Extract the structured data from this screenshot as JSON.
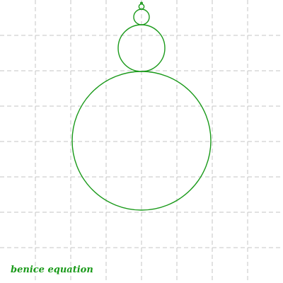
{
  "caption": "benice equation",
  "colors": {
    "curve": "#1a9a1a",
    "grid": "#c4c4c4",
    "background": "#ffffff"
  },
  "grid": {
    "visible": true,
    "style": "dashed"
  },
  "circles": [
    {
      "order": 1,
      "diameter": 1.96,
      "top": 0.0
    },
    {
      "order": 2,
      "diameter": 0.66,
      "top": 1.96
    },
    {
      "order": 3,
      "diameter": 0.22,
      "top": 2.62
    },
    {
      "order": 4,
      "diameter": 0.073,
      "top": 2.84
    },
    {
      "order": 5,
      "diameter": 0.024,
      "top": 2.913
    }
  ]
}
